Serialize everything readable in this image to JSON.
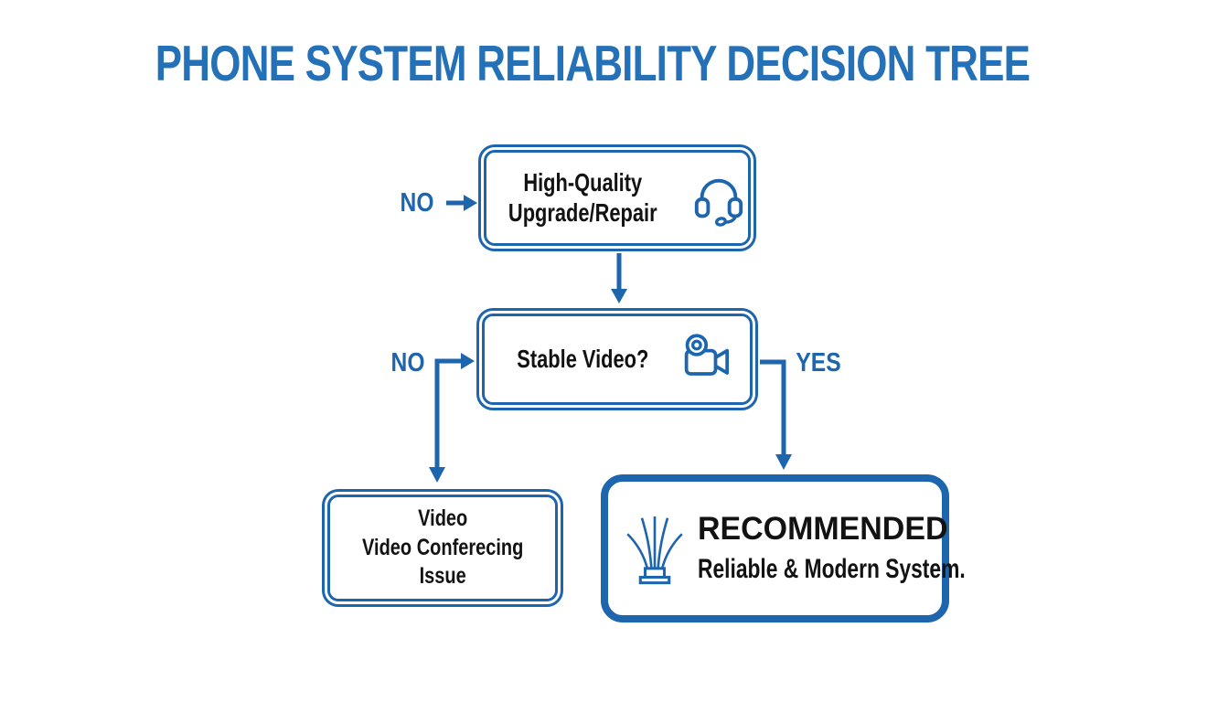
{
  "title": "PHONE SYSTEM RELIABILITY DECISION TREE",
  "colors": {
    "accent": "#1d65ad",
    "title": "#2471b7",
    "text": "#121212",
    "background": "#ffffff"
  },
  "edges": {
    "no_top": "NO",
    "no_left": "NO",
    "yes_right": "YES"
  },
  "nodes": {
    "upgrade_repair": {
      "line1": "High-Quality",
      "line2": "Upgrade/Repair",
      "icon": "headset-icon"
    },
    "stable_video": {
      "question": "Stable Video?",
      "icon": "video-camera-icon"
    },
    "video_issue": {
      "line1": "Video",
      "line2": "Video Conferecing",
      "line3": "Issue"
    },
    "recommended": {
      "heading": "RECOMMENDED",
      "subheading": "Reliable & Modern System.",
      "icon": "fiber-optic-icon"
    }
  }
}
